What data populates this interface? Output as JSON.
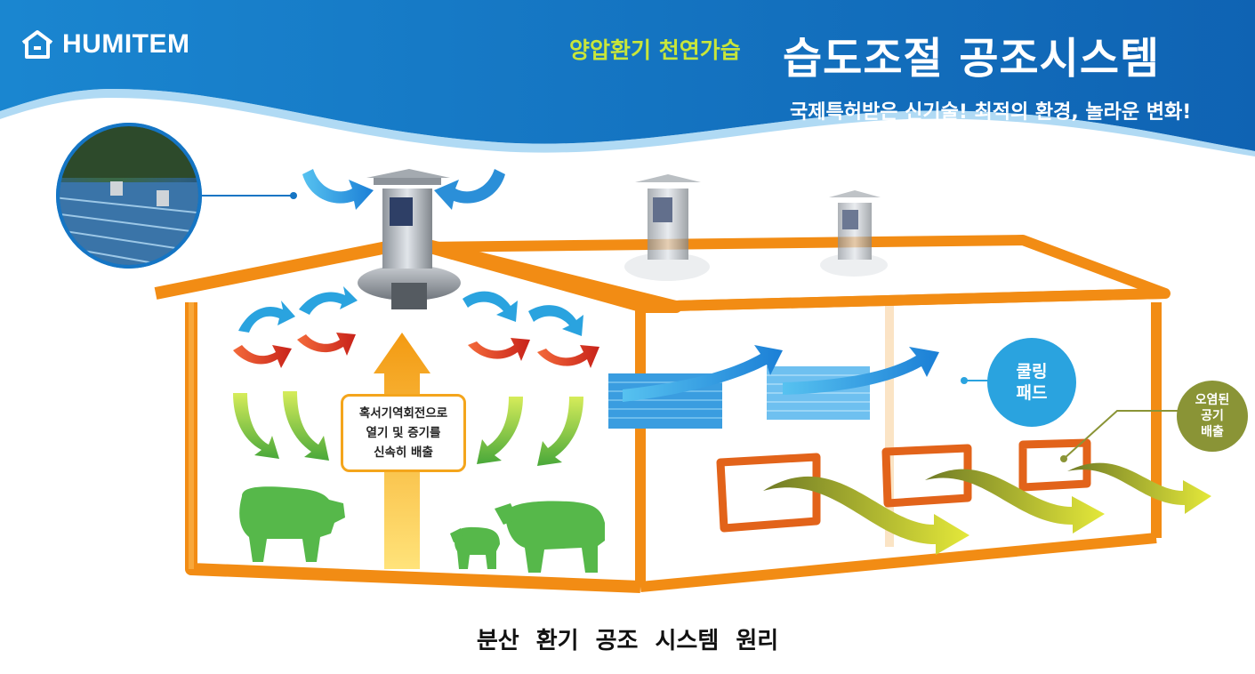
{
  "brand": {
    "name": "HUMITEM",
    "logo_icon": "house-logo-icon"
  },
  "header": {
    "tagline": "양압환기 천연가습",
    "title": "습도조절 공조시스템",
    "subtitle": "국제특허받은 신기술! 최적의 환경, 놀라운 변화!"
  },
  "diagram": {
    "center_callout": [
      "혹서기역회전으로",
      "열기 및 증기를",
      "신속히 배출"
    ],
    "cooling_pad_label": [
      "쿨링",
      "패드"
    ],
    "exhaust_label": [
      "오염된",
      "공기",
      "배출"
    ],
    "caption": "분산 환기 공조 시스템 원리"
  },
  "colors": {
    "header_blue": "#1578c8",
    "frame_orange": "#f28c14",
    "tagline_green": "#c8e63a",
    "pig_green": "#56b84a",
    "cool_blue": "#2aa3df",
    "warm_red": "#e23a22",
    "exhaust_olive": "#8a9436"
  }
}
